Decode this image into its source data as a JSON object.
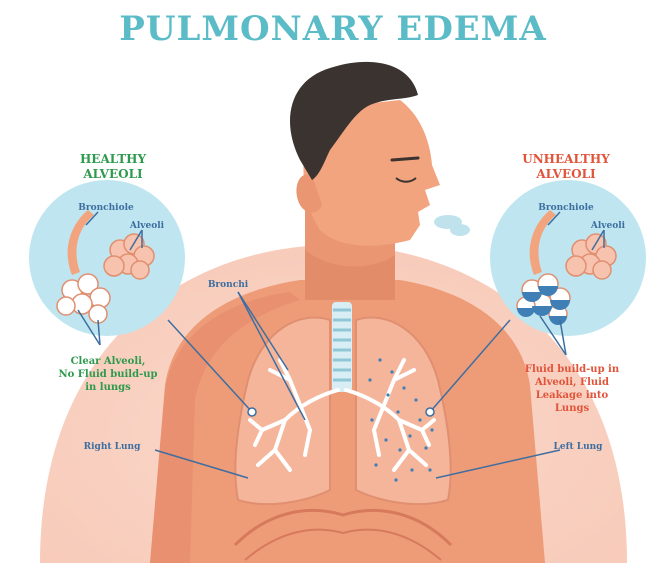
{
  "title": "PULMONARY EDEMA",
  "healthy": {
    "heading_line1": "HEALTHY",
    "heading_line2": "ALVEOLI",
    "bronchiole": "Bronchiole",
    "alveoli": "Alveoli",
    "caption_line1": "Clear Alveoli,",
    "caption_line2": "No Fluid build-up",
    "caption_line3": "in lungs"
  },
  "unhealthy": {
    "heading_line1": "UNHEALTHY",
    "heading_line2": "ALVEOLI",
    "bronchiole": "Bronchiole",
    "alveoli": "Alveoli",
    "caption_line1": "Fluid build-up in",
    "caption_line2": "Alveoli, Fluid",
    "caption_line3": "Leakage into",
    "caption_line4": "Lungs"
  },
  "labels": {
    "bronchi": "Bronchi",
    "right_lung": "Right Lung",
    "left_lung": "Left Lung"
  },
  "colors": {
    "title": "#5bbcc8",
    "healthy_heading": "#2e9a4e",
    "unhealthy_heading": "#e0543a",
    "label_blue": "#3e6ea0",
    "skin": "#f0a07a",
    "background_glow": "#f7c7b5",
    "circle_fill": "#bfe6f0",
    "hair": "#3a3330",
    "fluid": "#3f7fb5"
  }
}
